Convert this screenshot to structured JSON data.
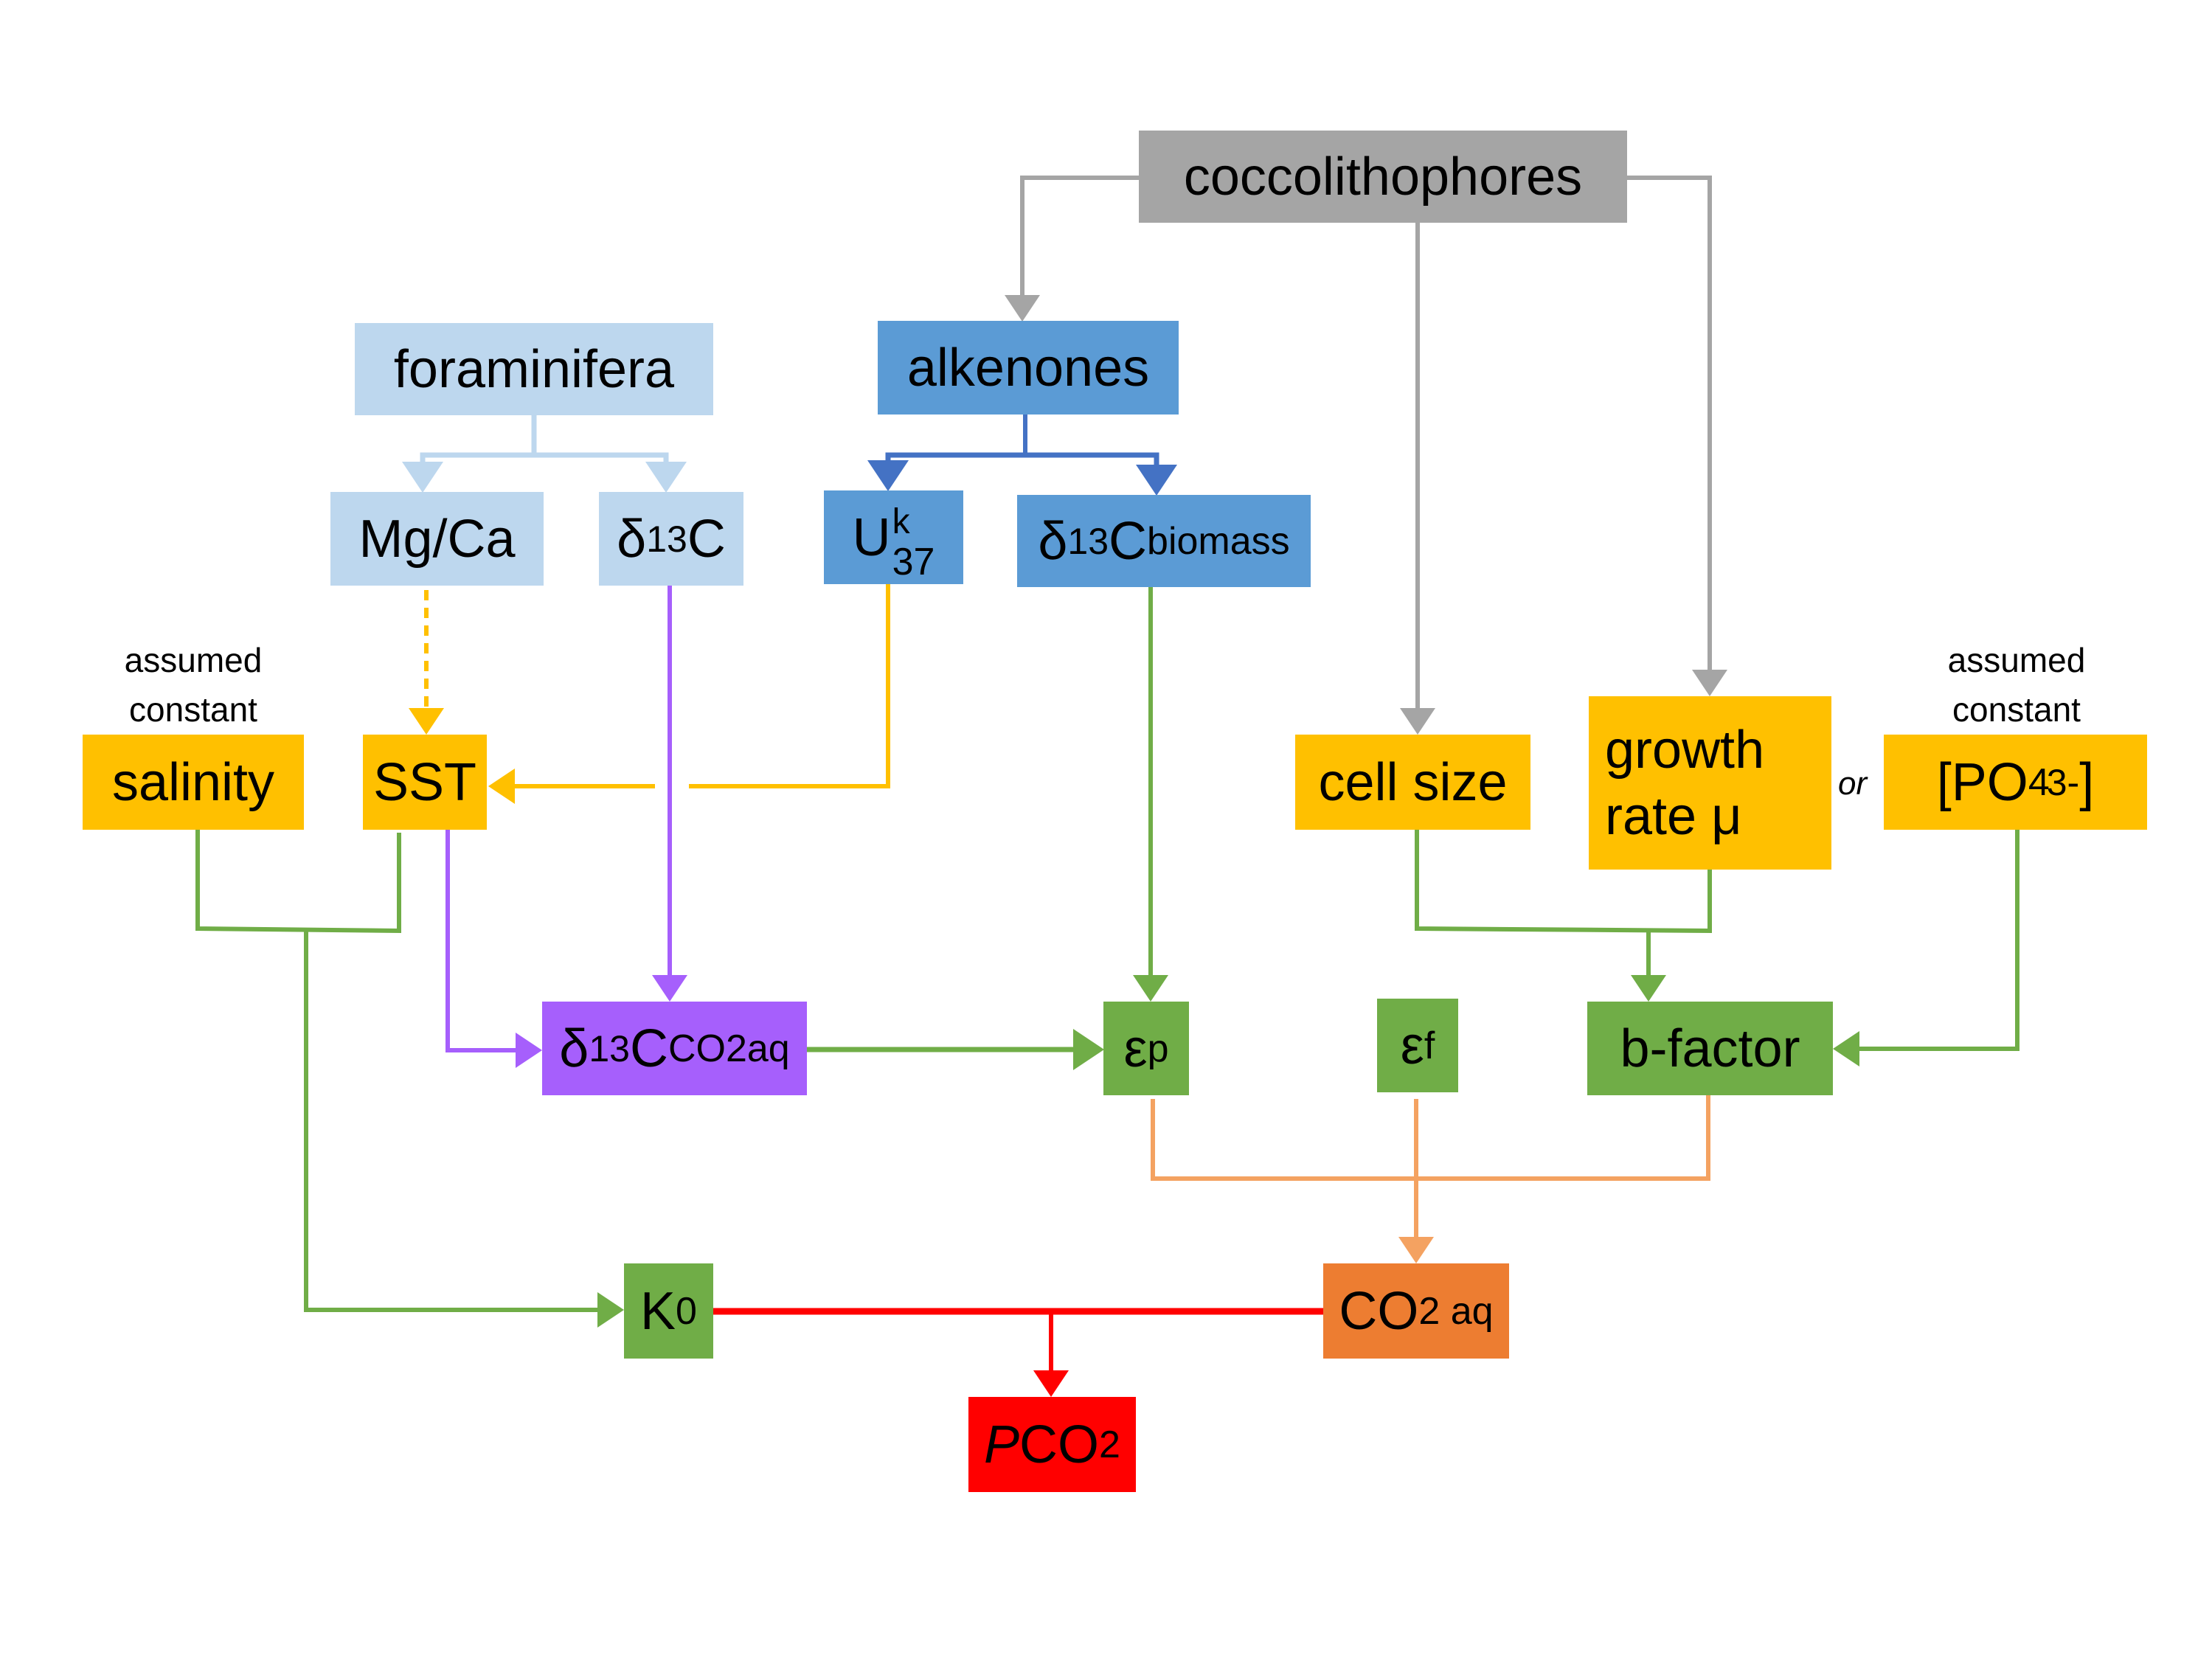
{
  "colors": {
    "gray": "#a5a5a5",
    "light_blue": "#bdd7ee",
    "mid_blue": "#5b9bd5",
    "dark_blue": "#4472c4",
    "yellow": "#ffc000",
    "purple": "#a65ffc",
    "green": "#70ad47",
    "orange_box": "#ed7d31",
    "orange_line": "#f4a261",
    "red": "#ff0000"
  },
  "nodes": {
    "coccolithophores": {
      "label": "coccolithophores"
    },
    "foraminifera": {
      "label": "foraminifera"
    },
    "alkenones": {
      "label": "alkenones"
    },
    "mgca": {
      "label": "Mg/Ca"
    },
    "d13c_foram": {
      "main": "δ",
      "sup": "13",
      "tail": "C"
    },
    "uk37": {
      "main": "U",
      "sup": "k",
      "sub": "37"
    },
    "d13c_biomass": {
      "main": "δ",
      "sup": "13",
      "tail": "C",
      "sub": "biomass"
    },
    "salinity": {
      "label": "salinity"
    },
    "sst": {
      "label": "SST"
    },
    "cell_size": {
      "label": "cell size"
    },
    "growth_rate": {
      "line1": "growth",
      "line2": "rate μ"
    },
    "po4": {
      "open": "[PO",
      "sub": "4",
      "sup": "3-",
      "close": "]"
    },
    "d13c_co2aq": {
      "main": "δ",
      "sup": "13",
      "tail": "C",
      "sub": "CO2aq"
    },
    "eps_p": {
      "main": "ε",
      "sub": "p"
    },
    "eps_f": {
      "main": "ε",
      "sub": "f"
    },
    "b_factor": {
      "label": "b-factor"
    },
    "k0": {
      "main": "K",
      "sub": "0"
    },
    "co2aq": {
      "main": "CO",
      "sub": "2 aq"
    },
    "pco2": {
      "italic": "P",
      "main": "CO",
      "sub": "2"
    }
  },
  "notes": {
    "salinity_note": {
      "line1": "assumed",
      "line2": "constant"
    },
    "po4_note": {
      "line1": "assumed",
      "line2": "constant"
    },
    "or_label": "or"
  }
}
